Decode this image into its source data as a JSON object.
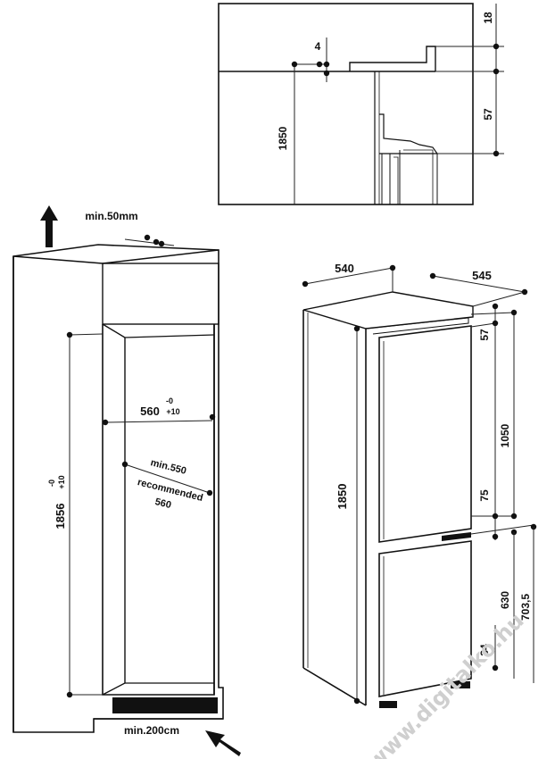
{
  "top_detail": {
    "dims": {
      "d18": "18",
      "d4": "4",
      "d1850": "1850",
      "d57": "57"
    }
  },
  "niche": {
    "min_top_gap": "min.50mm",
    "width": "560",
    "width_tol_upper": "-0",
    "width_tol_lower": "+10",
    "height": "1856",
    "height_tol_upper": "-0",
    "height_tol_lower": "+10",
    "min_depth": "min.550",
    "recommended_label": "recommended",
    "recommended_value": "560",
    "min_bottom": "min.200cm"
  },
  "appliance": {
    "width": "540",
    "depth": "545",
    "height": "1850",
    "d57": "57",
    "d1050": "1050",
    "d75": "75",
    "d630": "630",
    "d7035": "703,5",
    "d34": "34"
  },
  "watermark": "www.digitalko.hu"
}
